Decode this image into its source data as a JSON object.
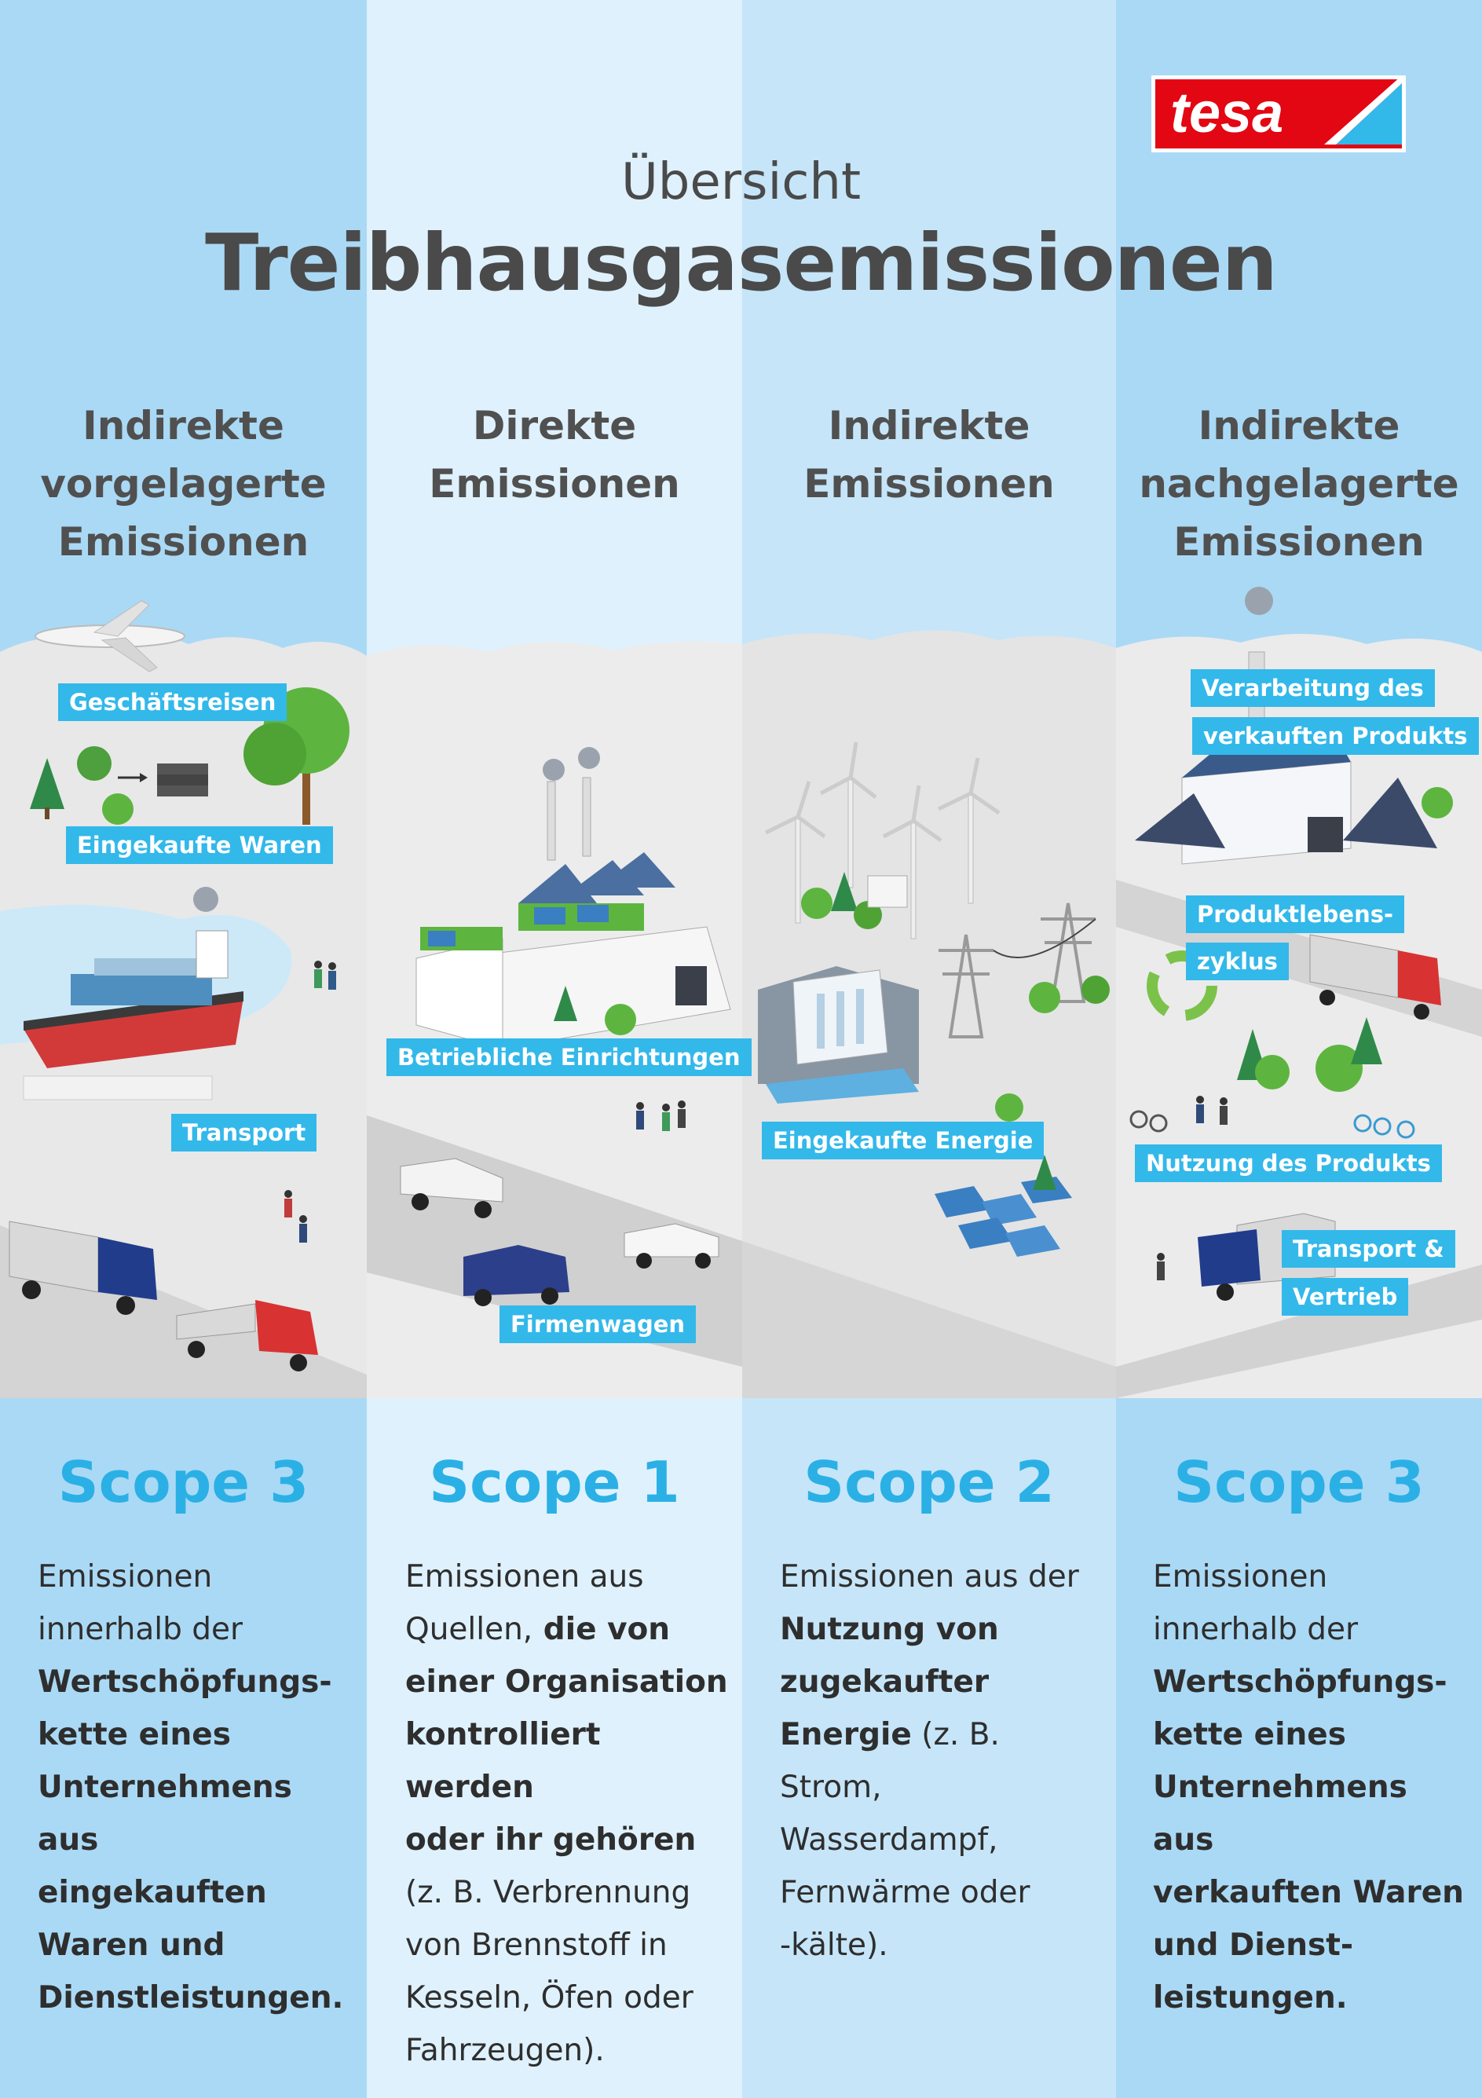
{
  "brand": {
    "name": "tesa",
    "red": "#e30613",
    "blue": "#33b8ea"
  },
  "header": {
    "pretitle": "Übersicht",
    "title": "Treibhausgasemissionen"
  },
  "columns": [
    {
      "heading_lines": [
        "Indirekte",
        "vorgelagerte",
        "Emissionen"
      ],
      "scope": "Scope 3",
      "tags": [
        "Geschäftsreisen",
        "Eingekaufte Waren",
        "Transport"
      ],
      "description": [
        {
          "text": "Emissionen",
          "bold": false
        },
        {
          "text": "innerhalb der",
          "bold": false
        },
        {
          "text": "Wertschöpfungs-",
          "bold": true
        },
        {
          "text": "kette eines",
          "bold": true
        },
        {
          "text": "Unternehmens aus",
          "bold": true
        },
        {
          "text": "eingekauften",
          "bold": true
        },
        {
          "text": "Waren und",
          "bold": true
        },
        {
          "text": "Dienstleistungen.",
          "bold": true
        }
      ]
    },
    {
      "heading_lines": [
        "Direkte",
        "Emissionen"
      ],
      "scope": "Scope 1",
      "tags": [
        "Betriebliche Einrichtungen",
        "Firmenwagen"
      ],
      "description": [
        {
          "text": "Emissionen aus",
          "bold": false
        },
        {
          "text": "Quellen, die von",
          "bold": false
        },
        {
          "text": "einer Organisation",
          "bold": true
        },
        {
          "text": "kontrolliert werden",
          "bold": true
        },
        {
          "text": "oder ihr gehören",
          "bold": true
        },
        {
          "text": "(z. B. Verbrennung",
          "bold": false
        },
        {
          "text": "von Brennstoff in",
          "bold": false
        },
        {
          "text": "Kesseln, Öfen oder",
          "bold": false
        },
        {
          "text": "Fahrzeugen).",
          "bold": false
        }
      ]
    },
    {
      "heading_lines": [
        "Indirekte",
        "Emissionen"
      ],
      "scope": "Scope 2",
      "tags": [
        "Eingekaufte Energie"
      ],
      "description": [
        {
          "text": "Emissionen aus der",
          "bold": false
        },
        {
          "text": "Nutzung von",
          "bold": true
        },
        {
          "text": "zugekaufter",
          "bold": true
        },
        {
          "text": "Energie (z. B. Strom,",
          "bold": false
        },
        {
          "text": "Wasserdampf,",
          "bold": false
        },
        {
          "text": "Fernwärme oder",
          "bold": false
        },
        {
          "text": "-kälte).",
          "bold": false
        }
      ]
    },
    {
      "heading_lines": [
        "Indirekte",
        "nachgelagerte",
        "Emissionen"
      ],
      "scope": "Scope 3",
      "tags": [
        "Verarbeitung des",
        "verkauften Produkts",
        "Produktlebens-",
        "zyklus",
        "Nutzung des Produkts",
        "Transport &",
        "Vertrieb"
      ],
      "description": [
        {
          "text": "Emissionen",
          "bold": false
        },
        {
          "text": "innerhalb der",
          "bold": false
        },
        {
          "text": "Wertschöpfungs-",
          "bold": true
        },
        {
          "text": "kette eines",
          "bold": true
        },
        {
          "text": "Unternehmens aus",
          "bold": true
        },
        {
          "text": "verkauften Waren",
          "bold": true
        },
        {
          "text": "und Dienst-",
          "bold": true
        },
        {
          "text": "leistungen.",
          "bold": true
        }
      ]
    }
  ]
}
